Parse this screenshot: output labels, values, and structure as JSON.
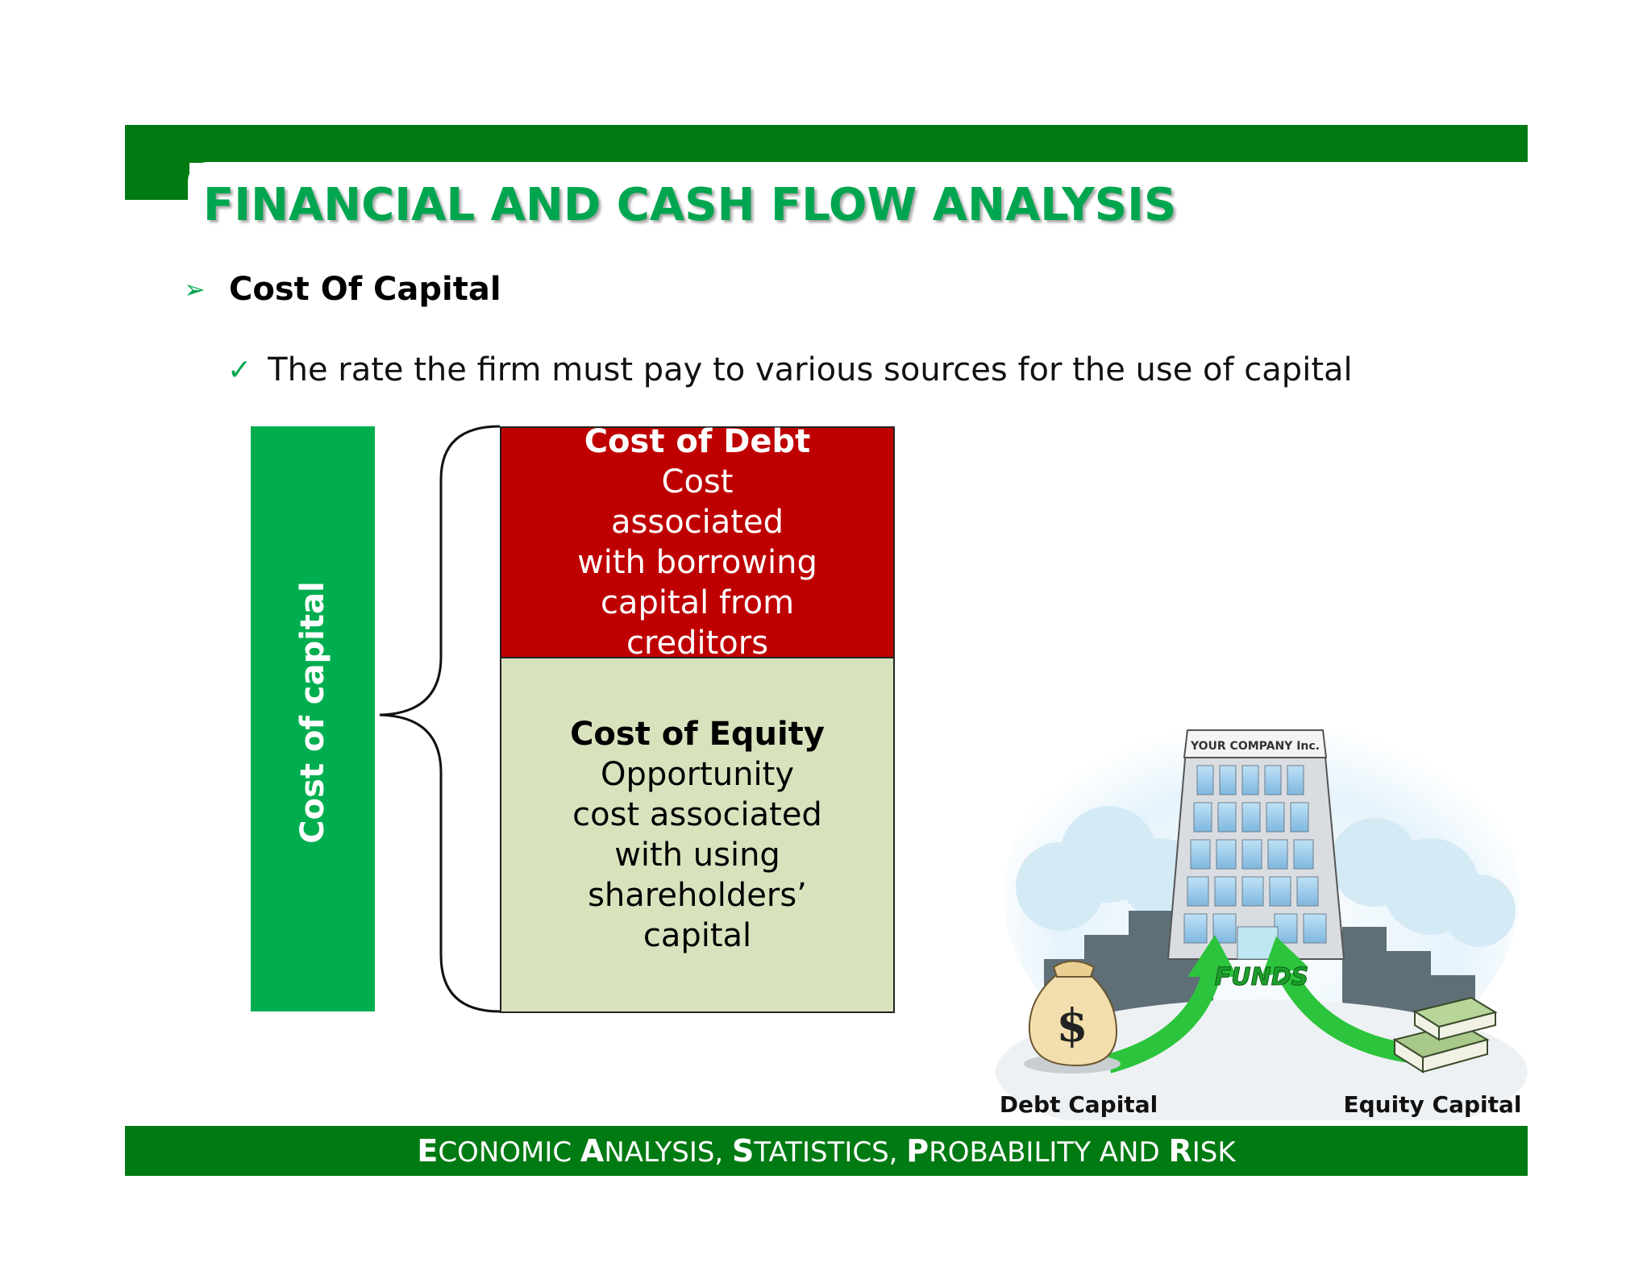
{
  "title": "FINANCIAL AND CASH FLOW ANALYSIS",
  "bullet_main": "Cost Of Capital",
  "bullet_sub": "The rate the firm must pay to various sources for the use of capital",
  "vertical_label": "Cost of capital",
  "debt_box": {
    "title": "Cost of Debt",
    "body": "Cost associated with borrowing capital from creditors",
    "color": "#bf0000"
  },
  "equity_box": {
    "title": "Cost of Equity",
    "body": "Opportunity cost associated with using shareholders’ capital",
    "color": "#d8e3be"
  },
  "illustration": {
    "building_sign": "YOUR COMPANY Inc.",
    "funds_label": "FUNDS",
    "debt_label": "Debt Capital",
    "equity_label": "Equity Capital"
  },
  "footer": {
    "parts": [
      {
        "cap": "E",
        "rest": "CONOMIC "
      },
      {
        "cap": "A",
        "rest": "NALYSIS, "
      },
      {
        "cap": "S",
        "rest": "TATISTICS, "
      },
      {
        "cap": "P",
        "rest": "ROBABILITY AND "
      },
      {
        "cap": "R",
        "rest": "ISK"
      }
    ]
  },
  "colors": {
    "dark_green": "#007a12",
    "bright_green": "#00ae4f",
    "title_green": "#00a64f"
  },
  "icons": {
    "bullet_arrow": "arrowhead-bullet-icon",
    "bullet_check": "check-mark-icon"
  }
}
